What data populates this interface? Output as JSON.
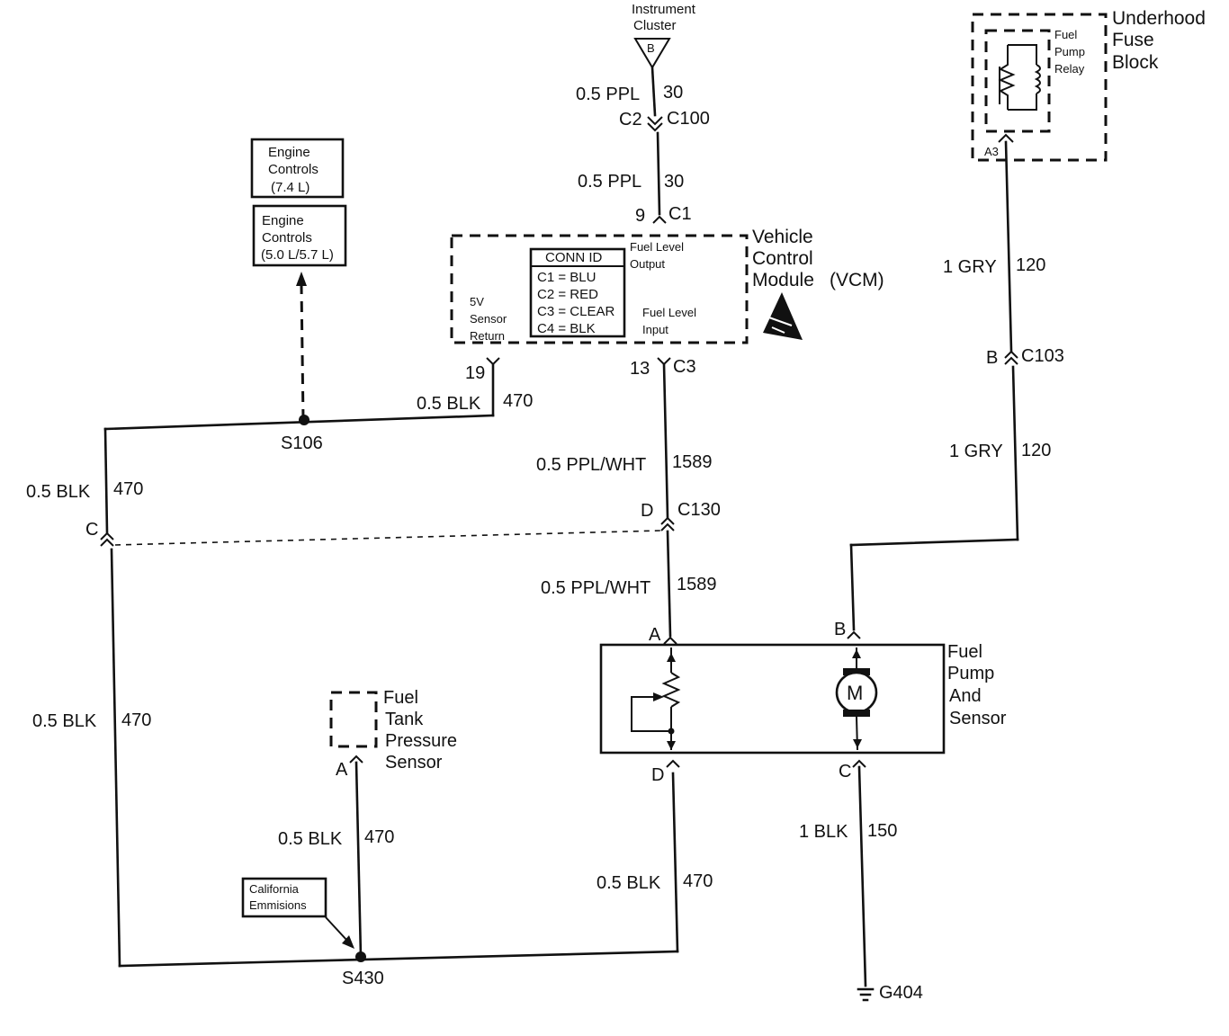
{
  "instrument_cluster": {
    "label_line1": "Instrument",
    "label_line2": "Cluster",
    "pin": "B"
  },
  "wire_ppl_top": {
    "gauge_color": "0.5 PPL",
    "circuit": "30",
    "cavity": "C2",
    "connector": "C100"
  },
  "wire_ppl_mid": {
    "gauge_color": "0.5 PPL",
    "circuit": "30",
    "pin": "9",
    "connector": "C1"
  },
  "engine_controls_74": {
    "line1": "Engine",
    "line2": "Controls",
    "line3": "(7.4 L)"
  },
  "engine_controls_57": {
    "line1": "Engine",
    "line2": "Controls",
    "line3": "(5.0 L/5.7 L)"
  },
  "vcm": {
    "title_line1": "Vehicle",
    "title_line2": "Control",
    "title_line3": "Module",
    "abbrev": "(VCM)",
    "fuel_level_output_1": "Fuel Level",
    "fuel_level_output_2": "Output",
    "fuel_level_input_1": "Fuel Level",
    "fuel_level_input_2": "Input",
    "sensor_return_1": "5V",
    "sensor_return_2": "Sensor",
    "sensor_return_3": "Return",
    "conn_id": {
      "header": "CONN ID",
      "rows": [
        "C1 = BLU",
        "C2 = RED",
        "C3 = CLEAR",
        "C4 = BLK"
      ]
    },
    "pin_sensor_return": "19",
    "pin_fuel_input": "13",
    "connector_c3": "C3"
  },
  "fuse_block": {
    "title_line1": "Underhood",
    "title_line2": "Fuse",
    "title_line3": "Block",
    "relay_line1": "Fuel",
    "relay_line2": "Pump",
    "relay_line3": "Relay",
    "cavity": "A3"
  },
  "wire_gry_top": {
    "gauge_color": "1 GRY",
    "circuit": "120"
  },
  "connector_c103": {
    "cavity": "B",
    "name": "C103"
  },
  "wire_gry_bottom": {
    "gauge_color": "1 GRY",
    "circuit": "120"
  },
  "wire_blk_vcm": {
    "gauge_color": "0.5 BLK",
    "circuit": "470"
  },
  "splice_s106": "S106",
  "wire_blk_left_top": {
    "gauge_color": "0.5 BLK",
    "circuit": "470"
  },
  "connector_c130": {
    "left_cavity": "C",
    "right_cavity": "D",
    "name": "C130"
  },
  "wire_pplwht_top": {
    "gauge_color": "0.5 PPL/WHT",
    "circuit": "1589"
  },
  "wire_pplwht_bottom": {
    "gauge_color": "0.5 PPL/WHT",
    "circuit": "1589"
  },
  "wire_blk_left_bottom": {
    "gauge_color": "0.5 BLK",
    "circuit": "470"
  },
  "fuel_tank_pressure_sensor": {
    "line1": "Fuel",
    "line2": "Tank",
    "line3": "Pressure",
    "line4": "Sensor",
    "pin": "A"
  },
  "wire_blk_ftps": {
    "gauge_color": "0.5 BLK",
    "circuit": "470"
  },
  "california_note": {
    "line1": "California",
    "line2": "Emmisions"
  },
  "splice_s430": "S430",
  "fuel_pump_sensor": {
    "line1": "Fuel",
    "line2": "Pump",
    "line3": "And",
    "line4": "Sensor",
    "pin_a": "A",
    "pin_b": "B",
    "pin_c": "C",
    "pin_d": "D",
    "motor_symbol": "M"
  },
  "wire_blk_pump_d": {
    "gauge_color": "0.5 BLK",
    "circuit": "470"
  },
  "wire_blk_ground": {
    "gauge_color": "1 BLK",
    "circuit": "150"
  },
  "ground_g404": "G404"
}
